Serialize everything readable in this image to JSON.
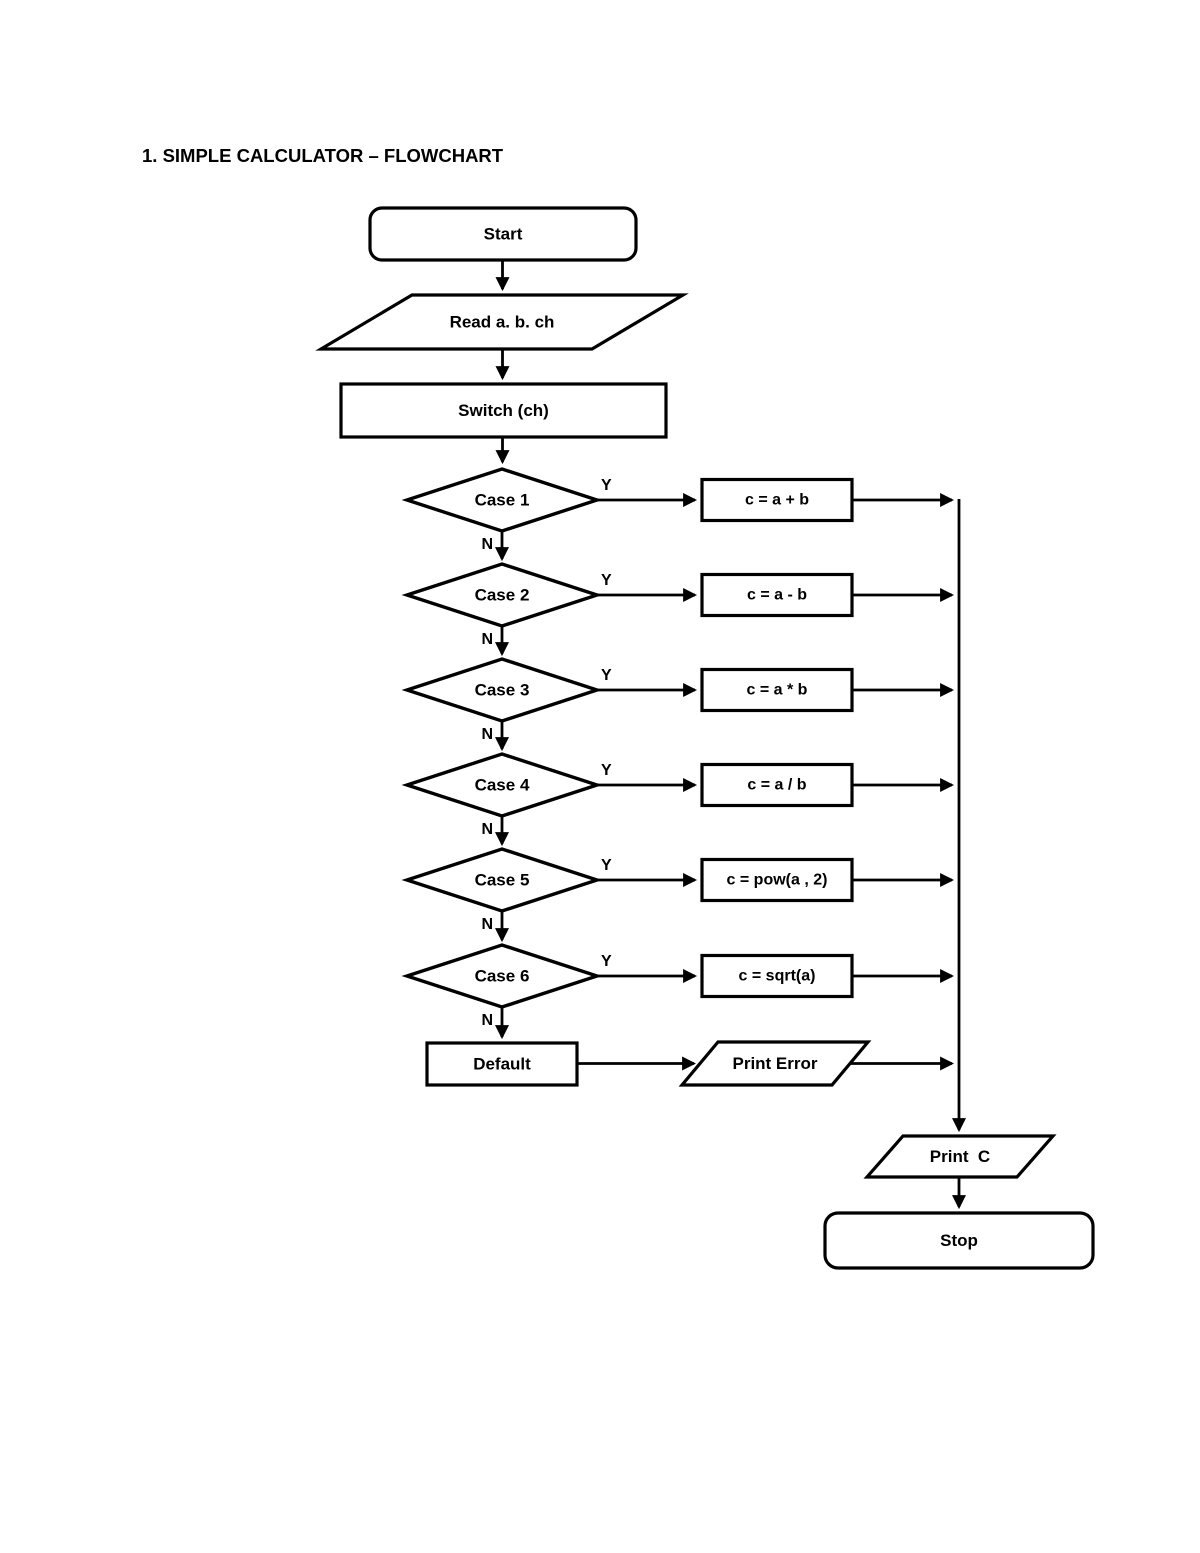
{
  "title": "1. SIMPLE CALCULATOR – FLOWCHART",
  "flowchart": {
    "start": "Start",
    "read": "Read a. b. ch",
    "switch": "Switch (ch)",
    "labels": {
      "yes": "Y",
      "no": "N"
    },
    "cases": [
      {
        "label": "Case 1",
        "action": "c = a + b"
      },
      {
        "label": "Case 2",
        "action": "c = a - b"
      },
      {
        "label": "Case 3",
        "action": "c = a * b"
      },
      {
        "label": "Case 4",
        "action": "c = a / b"
      },
      {
        "label": "Case 5",
        "action": "c = pow(a , 2)"
      },
      {
        "label": "Case 6",
        "action": "c = sqrt(a)"
      }
    ],
    "default": "Default",
    "print_error": "Print Error",
    "print_c": "Print  C",
    "stop": "Stop"
  },
  "colors": {
    "stroke": "#000000",
    "background": "#ffffff"
  }
}
